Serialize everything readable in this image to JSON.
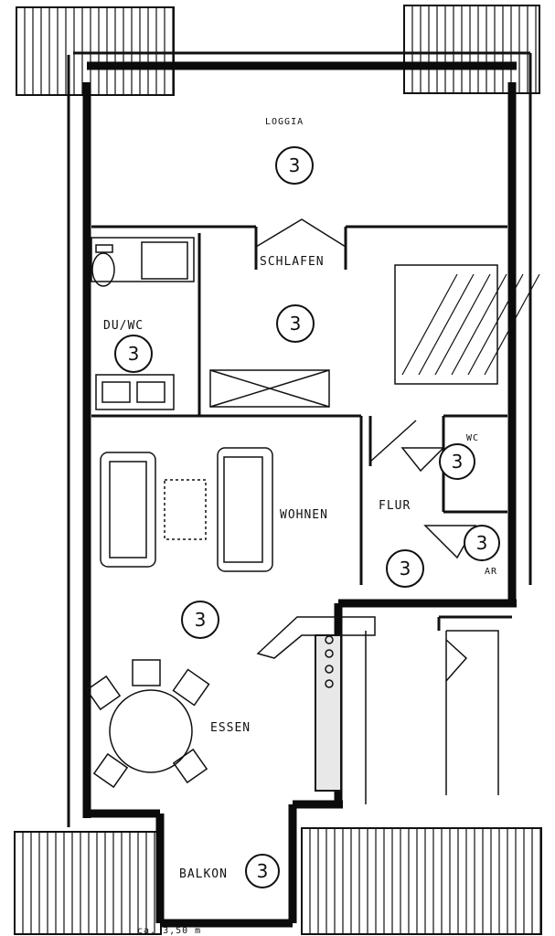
{
  "rooms": {
    "loggia": "LOGGIA",
    "schlafen": "SCHLAFEN",
    "du_wc": "DU/WC",
    "wohnen": "WOHNEN",
    "flur": "FLUR",
    "wc": "WC",
    "ar": "AR",
    "essen": "ESSEN",
    "balkon": "BALKON"
  },
  "markers": {
    "loggia": "3",
    "schlafen": "3",
    "du_wc": "3",
    "wc": "3",
    "ar": "3",
    "flur": "3",
    "wohnen": "3",
    "balkon": "3"
  },
  "footer": {
    "caption": "ca. 3,50 m"
  }
}
